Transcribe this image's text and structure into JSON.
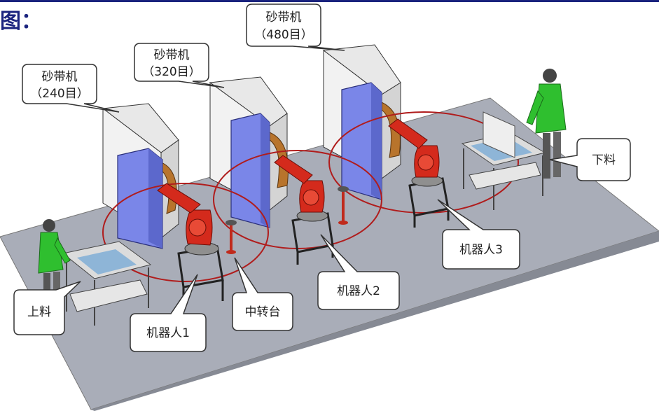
{
  "header": {
    "title_fragment": "图："
  },
  "callouts": {
    "belt1": {
      "line1": "砂带机",
      "line2": "（240目）"
    },
    "belt2": {
      "line1": "砂带机",
      "line2": "（320目）"
    },
    "belt3": {
      "line1": "砂带机",
      "line2": "（480目）"
    },
    "robot1": "机器人1",
    "robot2": "机器人2",
    "robot3": "机器人3",
    "transfer": "中转台",
    "loading": "上料",
    "unloading": "下料"
  },
  "colors": {
    "floor": "#a9adb8",
    "cabinet": "#7a86e8",
    "robot": "#d42a1c",
    "reach_circle": "#b01c1c",
    "worker": "#2fbf2f",
    "belt": "#b8742c",
    "frame": "#2a2a2a"
  }
}
